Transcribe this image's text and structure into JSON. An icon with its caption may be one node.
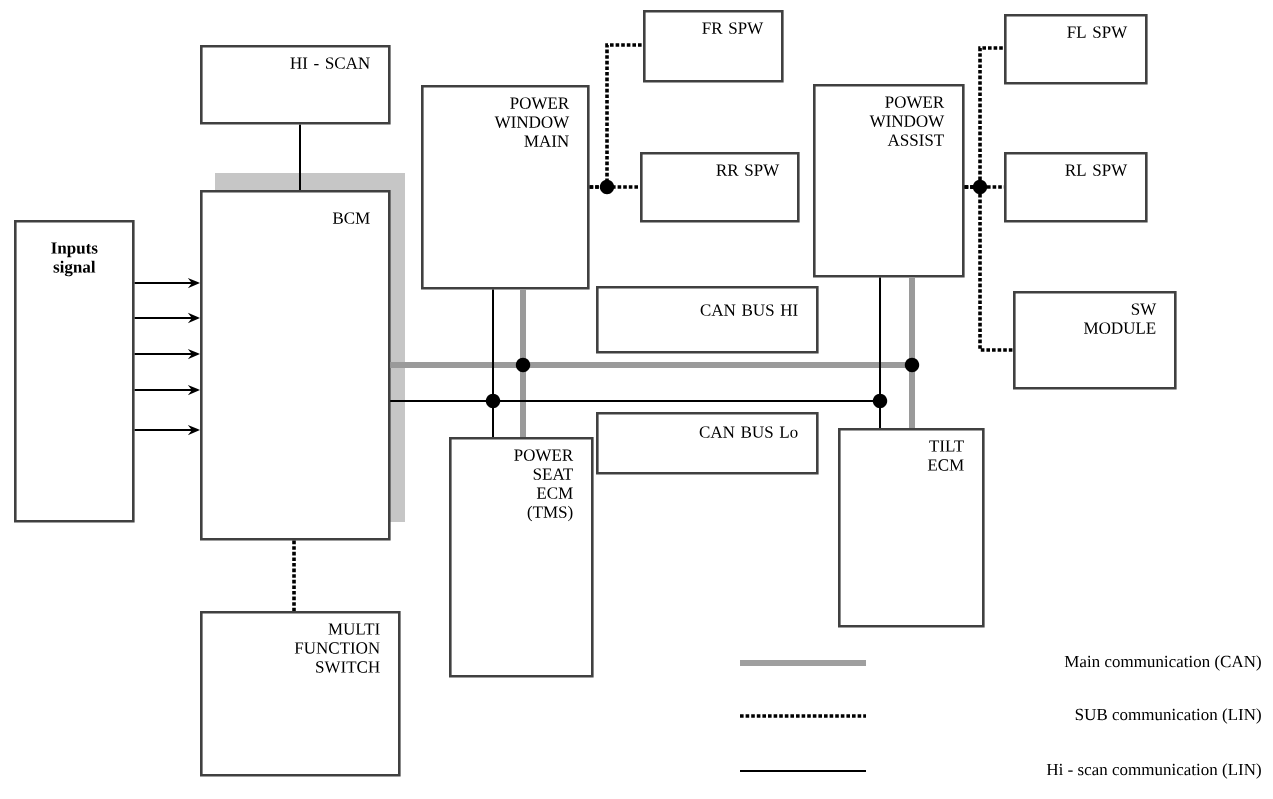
{
  "diagram": {
    "nodes": [
      {
        "text": [
          "HI - SCAN"
        ]
      },
      {
        "text": [
          "Inputs signal"
        ]
      },
      {
        "text": [
          "BCM"
        ]
      },
      {
        "text": [
          "POWER WINDOW MAIN"
        ]
      },
      {
        "text": [
          "FR SPW"
        ]
      },
      {
        "text": [
          "RR SPW"
        ]
      },
      {
        "text": [
          "POWER WINDOW ASSIST"
        ]
      },
      {
        "text": [
          "FL SPW"
        ]
      },
      {
        "text": [
          "RL SPW"
        ]
      },
      {
        "text": [
          "SW MODULE"
        ]
      },
      {
        "text": [
          "CAN BUS HI"
        ]
      },
      {
        "text": [
          "CAN BUS Lo"
        ]
      },
      {
        "text": [
          "POWER SEAT ECM (TMS)"
        ]
      },
      {
        "text": [
          "TILT ECM"
        ]
      },
      {
        "text": [
          "MULTI FUNCTION SWITCH"
        ]
      }
    ],
    "edges": [
      {
        "from": 0,
        "to": 2,
        "arrow": "none"
      },
      {
        "from": 1,
        "to": 2,
        "arrow": "to"
      },
      {
        "from": 1,
        "to": 2,
        "arrow": "to"
      },
      {
        "from": 1,
        "to": 2,
        "arrow": "to"
      },
      {
        "from": 1,
        "to": 2,
        "arrow": "to"
      },
      {
        "from": 1,
        "to": 2,
        "arrow": "to"
      },
      {
        "from": 2,
        "to": 14,
        "arrow": "none",
        "style": "dashed"
      },
      {
        "from": 3,
        "to": 4,
        "arrow": "none",
        "style": "dashed"
      },
      {
        "from": 3,
        "to": 5,
        "arrow": "none",
        "style": "dashed"
      },
      {
        "from": 6,
        "to": 7,
        "arrow": "none",
        "style": "dashed"
      },
      {
        "from": 6,
        "to": 8,
        "arrow": "none",
        "style": "dashed"
      },
      {
        "from": 6,
        "to": 9,
        "arrow": "none",
        "style": "dashed"
      },
      {
        "from": 2,
        "to": 3,
        "arrow": "none",
        "style": "thick",
        "color": "#9a9a9a"
      },
      {
        "from": 2,
        "to": 12,
        "arrow": "none",
        "style": "thick",
        "color": "#9a9a9a"
      },
      {
        "from": 2,
        "to": 6,
        "arrow": "none",
        "style": "thick",
        "color": "#9a9a9a"
      },
      {
        "from": 2,
        "to": 13,
        "arrow": "none",
        "style": "thick",
        "color": "#9a9a9a"
      },
      {
        "from": 2,
        "to": 3,
        "arrow": "none"
      },
      {
        "from": 2,
        "to": 12,
        "arrow": "none"
      },
      {
        "from": 2,
        "to": 6,
        "arrow": "none"
      },
      {
        "from": 2,
        "to": 13,
        "arrow": "none"
      }
    ],
    "legend": [
      {
        "text": "Main communication (CAN)"
      },
      {
        "text": "SUB communication (LIN)"
      },
      {
        "text": "Hi - scan communication (LIN)"
      }
    ]
  }
}
